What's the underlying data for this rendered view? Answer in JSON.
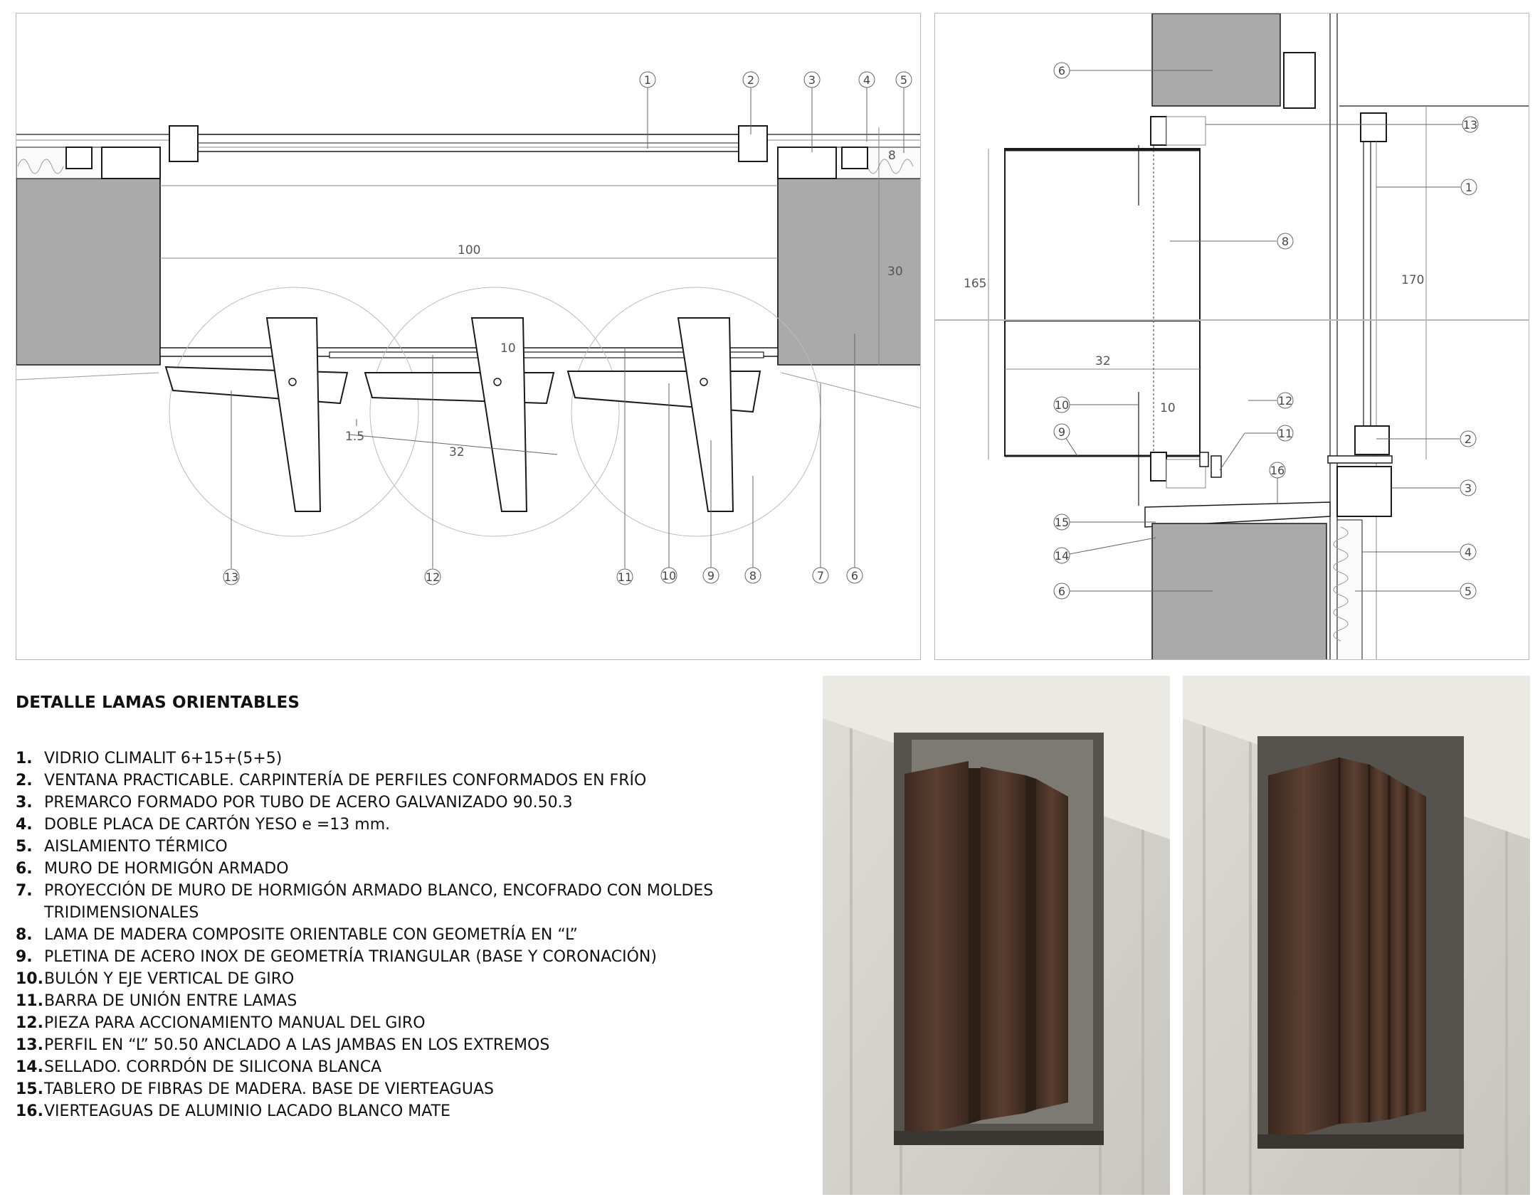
{
  "title": "DETALLE LAMAS ORIENTABLES",
  "legend": [
    {
      "n": "1.",
      "text": "VIDRIO CLIMALIT 6+15+(5+5)"
    },
    {
      "n": "2.",
      "text": "VENTANA PRACTICABLE. CARPINTERÍA DE PERFILES CONFORMADOS EN FRÍO"
    },
    {
      "n": "3.",
      "text": "PREMARCO FORMADO POR TUBO DE ACERO GALVANIZADO 90.50.3"
    },
    {
      "n": "4.",
      "text": "DOBLE PLACA DE CARTÓN YESO e =13 mm."
    },
    {
      "n": "5.",
      "text": "AISLAMIENTO TÉRMICO"
    },
    {
      "n": "6.",
      "text": "MURO DE HORMIGÓN ARMADO"
    },
    {
      "n": "7.",
      "text": "PROYECCIÓN DE MURO DE HORMIGÓN ARMADO BLANCO, ENCOFRADO CON MOLDES TRIDIMENSIONALES"
    },
    {
      "n": "8.",
      "text": "LAMA DE MADERA COMPOSITE ORIENTABLE CON GEOMETRÍA EN “L”"
    },
    {
      "n": "9.",
      "text": "PLETINA DE ACERO INOX DE GEOMETRÍA TRIANGULAR (BASE Y CORONACIÓN)"
    },
    {
      "n": "10.",
      "text": "BULÓN Y EJE VERTICAL DE GIRO"
    },
    {
      "n": "11.",
      "text": "BARRA DE UNIÓN ENTRE LAMAS"
    },
    {
      "n": "12.",
      "text": "PIEZA PARA ACCIONAMIENTO MANUAL DEL GIRO"
    },
    {
      "n": "13.",
      "text": "PERFIL EN “L” 50.50 ANCLADO A LAS JAMBAS EN LOS EXTREMOS"
    },
    {
      "n": "14.",
      "text": "SELLADO. CORRDÓN DE SILICONA BLANCA"
    },
    {
      "n": "15.",
      "text": "TABLERO DE FIBRAS DE MADERA. BASE DE VIERTEAGUAS"
    },
    {
      "n": "16.",
      "text": "VIERTEAGUAS DE ALUMINIO LACADO BLANCO MATE"
    }
  ],
  "plan": {
    "callouts_top": [
      "1",
      "2",
      "3",
      "4",
      "5"
    ],
    "callouts_bottom": [
      "13",
      "12",
      "11",
      "10",
      "9",
      "8",
      "7",
      "6"
    ],
    "dims": {
      "d100": "100",
      "d30": "30",
      "d8": "8",
      "d10": "10",
      "d1_5": "1.5",
      "d32": "32"
    }
  },
  "section": {
    "callouts_left": [
      "6",
      "10",
      "9",
      "15",
      "14",
      "6"
    ],
    "callouts_right": [
      "13",
      "8",
      "1",
      "12",
      "11",
      "2",
      "16",
      "3",
      "4",
      "5"
    ],
    "dims": {
      "d165": "165",
      "d170": "170",
      "d32": "32",
      "d10": "10"
    }
  },
  "colors": {
    "concrete": "#aaaaaa",
    "line": "#1a1a1a",
    "thin": "#888888",
    "wood": "#4a3226",
    "facade": "#e6e4df"
  }
}
